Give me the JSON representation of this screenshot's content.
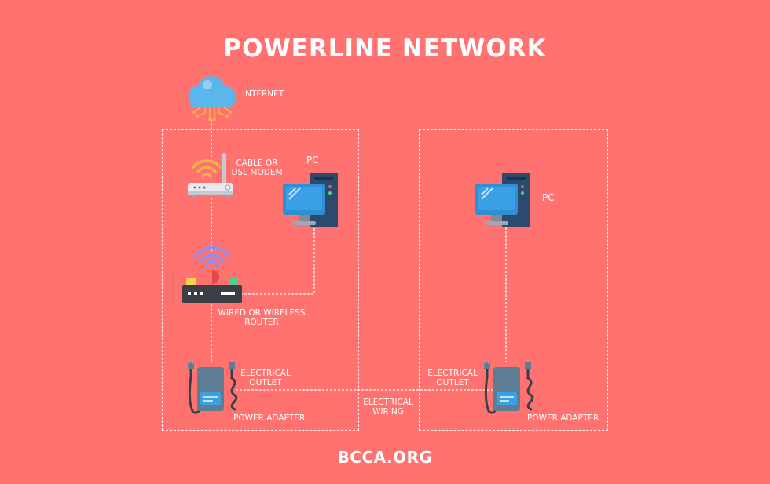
{
  "title": "POWERLINE NETWORK",
  "footer": "BCCA.ORG",
  "labels": {
    "internet": "INTERNET",
    "modem_line1": "CABLE OR",
    "modem_line2": "DSL MODEM",
    "pc_left": "PC",
    "pc_right": "PC",
    "router_line1": "WIRED OR WIRELESS",
    "router_line2": "ROUTER",
    "outlet_left_line1": "ELECTRICAL",
    "outlet_left_line2": "OUTLET",
    "adapter_left": "POWER ADAPTER",
    "wiring_line1": "ELECTRICAL",
    "wiring_line2": "WIRING",
    "outlet_right_line1": "ELECTRICAL",
    "outlet_right_line2": "OUTLET",
    "adapter_right": "POWER ADAPTER"
  },
  "colors": {
    "background": "#ff726f",
    "cloud": "#5bb6ec",
    "monitor": "#2f8fd3",
    "tower": "#2c4a6e",
    "router_body": "#3b3f45",
    "adapter": "#5f7d92",
    "cable": "#3a3f4a",
    "wifi_modem": "#f6b24a",
    "wifi_router": "#8a8ff5"
  },
  "icons": [
    "cloud-icon",
    "modem-icon",
    "computer-icon",
    "router-icon",
    "power-adapter-icon"
  ]
}
